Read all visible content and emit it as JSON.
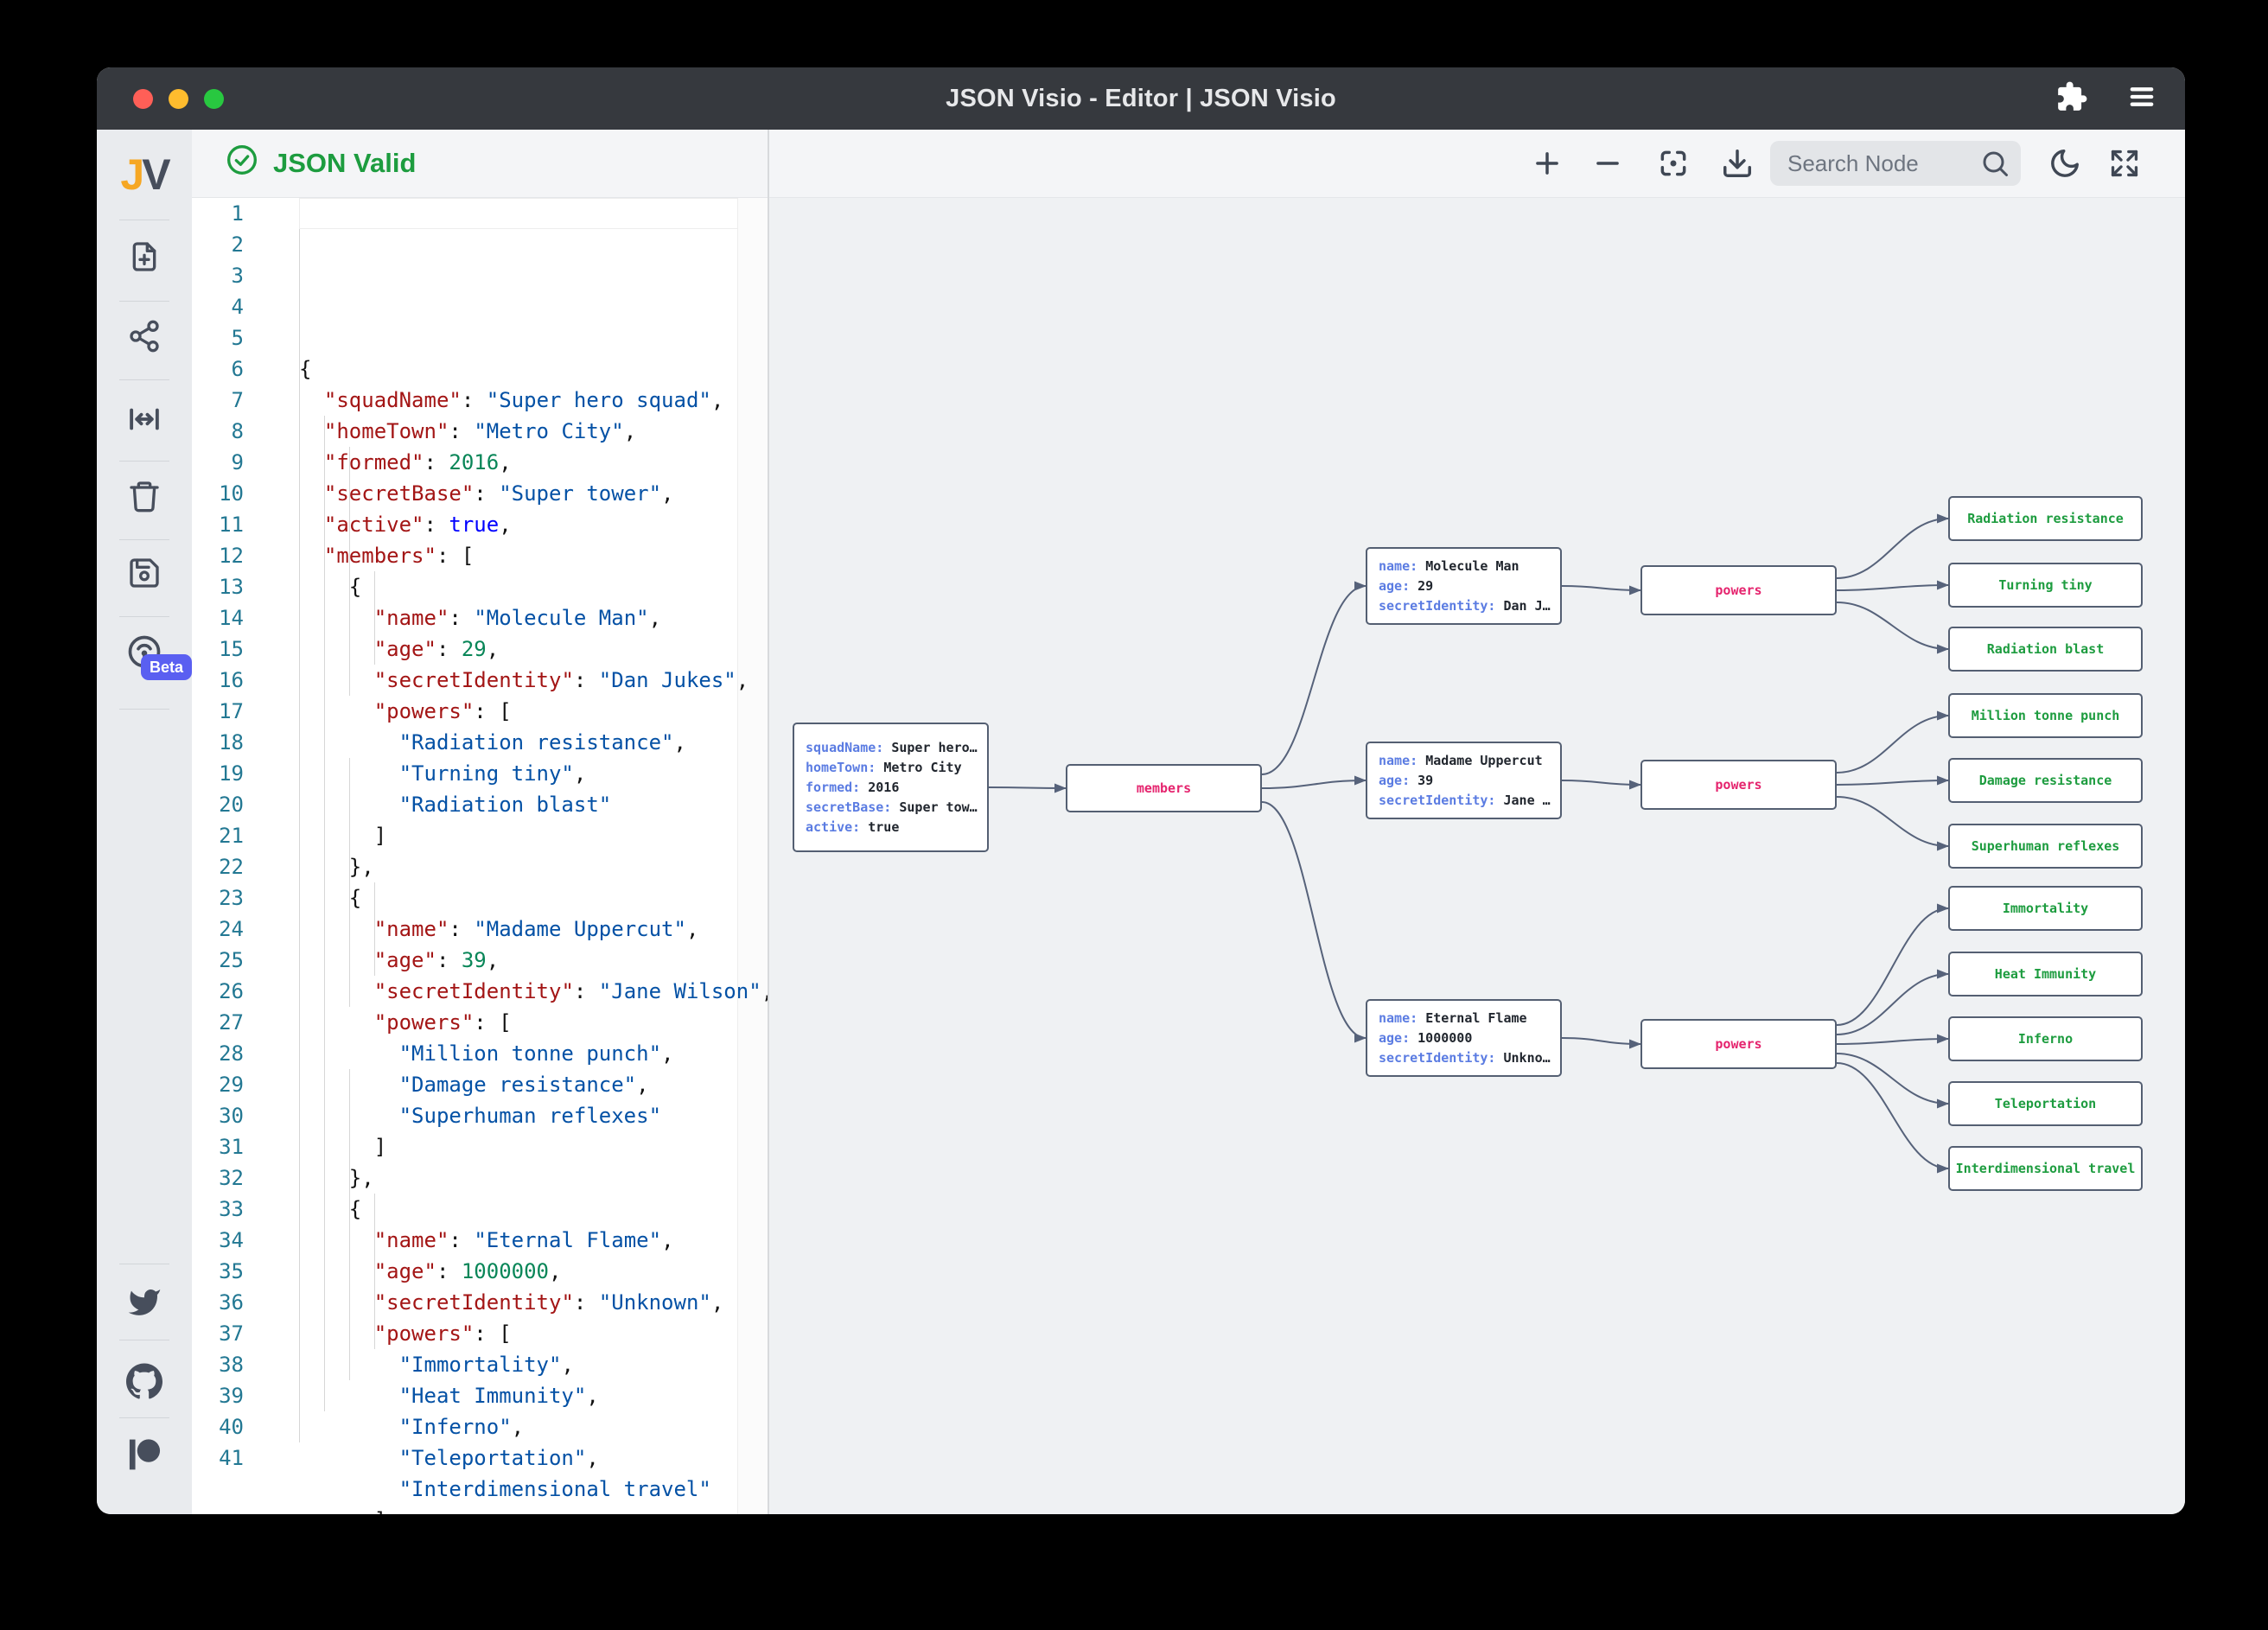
{
  "window": {
    "title": "JSON Visio - Editor | JSON Visio"
  },
  "titlebar_icons": [
    "extension-puzzle-icon",
    "menu-icon"
  ],
  "status": {
    "label": "JSON Valid",
    "icon": "check-circle-icon",
    "color": "#1d9c3f"
  },
  "toolbar": {
    "icons": [
      "zoom-in-icon",
      "zoom-out-icon",
      "focus-center-icon",
      "download-icon",
      "dark-mode-moon-icon",
      "fullscreen-icon"
    ],
    "search_placeholder": "Search Node"
  },
  "sidebar": {
    "logo_j": "J",
    "logo_v": "V",
    "beta_label": "Beta",
    "items": [
      "new-document",
      "graph-view",
      "expand-width",
      "delete",
      "save",
      "api-beta"
    ],
    "social": [
      "twitter",
      "github",
      "patreon"
    ]
  },
  "editor": {
    "line_count": 41,
    "lines": [
      [
        [
          "p",
          "{"
        ]
      ],
      [
        [
          "p",
          "  "
        ],
        [
          "k",
          "\"squadName\""
        ],
        [
          "p",
          ": "
        ],
        [
          "s",
          "\"Super hero squad\""
        ],
        [
          "p",
          ","
        ]
      ],
      [
        [
          "p",
          "  "
        ],
        [
          "k",
          "\"homeTown\""
        ],
        [
          "p",
          ": "
        ],
        [
          "s",
          "\"Metro City\""
        ],
        [
          "p",
          ","
        ]
      ],
      [
        [
          "p",
          "  "
        ],
        [
          "k",
          "\"formed\""
        ],
        [
          "p",
          ": "
        ],
        [
          "n",
          "2016"
        ],
        [
          "p",
          ","
        ]
      ],
      [
        [
          "p",
          "  "
        ],
        [
          "k",
          "\"secretBase\""
        ],
        [
          "p",
          ": "
        ],
        [
          "s",
          "\"Super tower\""
        ],
        [
          "p",
          ","
        ]
      ],
      [
        [
          "p",
          "  "
        ],
        [
          "k",
          "\"active\""
        ],
        [
          "p",
          ": "
        ],
        [
          "b",
          "true"
        ],
        [
          "p",
          ","
        ]
      ],
      [
        [
          "p",
          "  "
        ],
        [
          "k",
          "\"members\""
        ],
        [
          "p",
          ": ["
        ]
      ],
      [
        [
          "p",
          "    {"
        ]
      ],
      [
        [
          "p",
          "      "
        ],
        [
          "k",
          "\"name\""
        ],
        [
          "p",
          ": "
        ],
        [
          "s",
          "\"Molecule Man\""
        ],
        [
          "p",
          ","
        ]
      ],
      [
        [
          "p",
          "      "
        ],
        [
          "k",
          "\"age\""
        ],
        [
          "p",
          ": "
        ],
        [
          "n",
          "29"
        ],
        [
          "p",
          ","
        ]
      ],
      [
        [
          "p",
          "      "
        ],
        [
          "k",
          "\"secretIdentity\""
        ],
        [
          "p",
          ": "
        ],
        [
          "s",
          "\"Dan Jukes\""
        ],
        [
          "p",
          ","
        ]
      ],
      [
        [
          "p",
          "      "
        ],
        [
          "k",
          "\"powers\""
        ],
        [
          "p",
          ": ["
        ]
      ],
      [
        [
          "p",
          "        "
        ],
        [
          "s",
          "\"Radiation resistance\""
        ],
        [
          "p",
          ","
        ]
      ],
      [
        [
          "p",
          "        "
        ],
        [
          "s",
          "\"Turning tiny\""
        ],
        [
          "p",
          ","
        ]
      ],
      [
        [
          "p",
          "        "
        ],
        [
          "s",
          "\"Radiation blast\""
        ]
      ],
      [
        [
          "p",
          "      ]"
        ]
      ],
      [
        [
          "p",
          "    },"
        ]
      ],
      [
        [
          "p",
          "    {"
        ]
      ],
      [
        [
          "p",
          "      "
        ],
        [
          "k",
          "\"name\""
        ],
        [
          "p",
          ": "
        ],
        [
          "s",
          "\"Madame Uppercut\""
        ],
        [
          "p",
          ","
        ]
      ],
      [
        [
          "p",
          "      "
        ],
        [
          "k",
          "\"age\""
        ],
        [
          "p",
          ": "
        ],
        [
          "n",
          "39"
        ],
        [
          "p",
          ","
        ]
      ],
      [
        [
          "p",
          "      "
        ],
        [
          "k",
          "\"secretIdentity\""
        ],
        [
          "p",
          ": "
        ],
        [
          "s",
          "\"Jane Wilson\""
        ],
        [
          "p",
          ","
        ]
      ],
      [
        [
          "p",
          "      "
        ],
        [
          "k",
          "\"powers\""
        ],
        [
          "p",
          ": ["
        ]
      ],
      [
        [
          "p",
          "        "
        ],
        [
          "s",
          "\"Million tonne punch\""
        ],
        [
          "p",
          ","
        ]
      ],
      [
        [
          "p",
          "        "
        ],
        [
          "s",
          "\"Damage resistance\""
        ],
        [
          "p",
          ","
        ]
      ],
      [
        [
          "p",
          "        "
        ],
        [
          "s",
          "\"Superhuman reflexes\""
        ]
      ],
      [
        [
          "p",
          "      ]"
        ]
      ],
      [
        [
          "p",
          "    },"
        ]
      ],
      [
        [
          "p",
          "    {"
        ]
      ],
      [
        [
          "p",
          "      "
        ],
        [
          "k",
          "\"name\""
        ],
        [
          "p",
          ": "
        ],
        [
          "s",
          "\"Eternal Flame\""
        ],
        [
          "p",
          ","
        ]
      ],
      [
        [
          "p",
          "      "
        ],
        [
          "k",
          "\"age\""
        ],
        [
          "p",
          ": "
        ],
        [
          "n",
          "1000000"
        ],
        [
          "p",
          ","
        ]
      ],
      [
        [
          "p",
          "      "
        ],
        [
          "k",
          "\"secretIdentity\""
        ],
        [
          "p",
          ": "
        ],
        [
          "s",
          "\"Unknown\""
        ],
        [
          "p",
          ","
        ]
      ],
      [
        [
          "p",
          "      "
        ],
        [
          "k",
          "\"powers\""
        ],
        [
          "p",
          ": ["
        ]
      ],
      [
        [
          "p",
          "        "
        ],
        [
          "s",
          "\"Immortality\""
        ],
        [
          "p",
          ","
        ]
      ],
      [
        [
          "p",
          "        "
        ],
        [
          "s",
          "\"Heat Immunity\""
        ],
        [
          "p",
          ","
        ]
      ],
      [
        [
          "p",
          "        "
        ],
        [
          "s",
          "\"Inferno\""
        ],
        [
          "p",
          ","
        ]
      ],
      [
        [
          "p",
          "        "
        ],
        [
          "s",
          "\"Teleportation\""
        ],
        [
          "p",
          ","
        ]
      ],
      [
        [
          "p",
          "        "
        ],
        [
          "s",
          "\"Interdimensional travel\""
        ]
      ],
      [
        [
          "p",
          "      ]"
        ]
      ],
      [
        [
          "p",
          "    }"
        ]
      ],
      [
        [
          "p",
          "  ]"
        ]
      ],
      [
        [
          "p",
          "}"
        ]
      ]
    ]
  },
  "graph": {
    "members_label": "members",
    "powers_label": "powers",
    "root_rows": [
      {
        "k": "squadName:",
        "v": "Super hero…"
      },
      {
        "k": "homeTown:",
        "v": "Metro City"
      },
      {
        "k": "formed:",
        "v": "2016"
      },
      {
        "k": "secretBase:",
        "v": "Super tow…"
      },
      {
        "k": "active:",
        "v": "true"
      }
    ],
    "members": [
      {
        "rows": [
          {
            "k": "name:",
            "v": "Molecule Man"
          },
          {
            "k": "age:",
            "v": "29"
          },
          {
            "k": "secretIdentity:",
            "v": "Dan J…"
          }
        ],
        "powers": [
          "Radiation resistance",
          "Turning tiny",
          "Radiation blast"
        ]
      },
      {
        "rows": [
          {
            "k": "name:",
            "v": "Madame Uppercut"
          },
          {
            "k": "age:",
            "v": "39"
          },
          {
            "k": "secretIdentity:",
            "v": "Jane …"
          }
        ],
        "powers": [
          "Million tonne punch",
          "Damage resistance",
          "Superhuman reflexes"
        ]
      },
      {
        "rows": [
          {
            "k": "name:",
            "v": "Eternal Flame"
          },
          {
            "k": "age:",
            "v": "1000000"
          },
          {
            "k": "secretIdentity:",
            "v": "Unkno…"
          }
        ],
        "powers": [
          "Immortality",
          "Heat Immunity",
          "Inferno",
          "Teleportation",
          "Interdimensional travel"
        ]
      }
    ]
  },
  "colors": {
    "node_border": "#545f72",
    "node_key": "#5b7ce2",
    "node_value": "#21262e",
    "node_label_pink": "#e5246e",
    "node_leaf_green": "#1d9c3f",
    "edge": "#56627a",
    "valid_green": "#1d9c3f",
    "beta_badge": "#5a5ff1",
    "titlebar": "#36393e",
    "canvas_bg": "#eff1f3"
  }
}
